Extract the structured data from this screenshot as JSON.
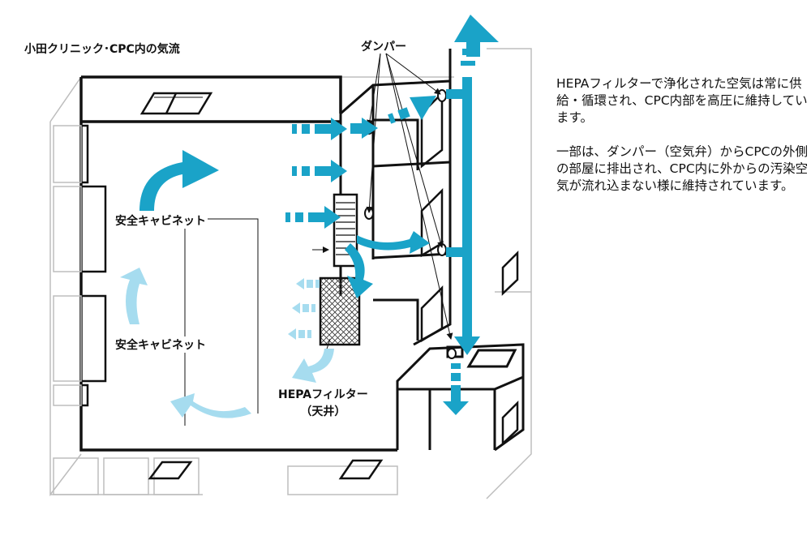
{
  "title": "小田クリニック･CPC内の気流",
  "labels": {
    "damper": "ダンパー",
    "cabinet_1": "安全キャビネット",
    "cabinet_2": "安全キャビネット",
    "hepa_line1": "HEPAフィルター",
    "hepa_line2": "（天井）"
  },
  "description": {
    "para1": "HEPAフィルターで浄化された空気は常に供給・循環され、CPC内部を高圧に維持しています。",
    "para2": "一部は、ダンパー（空気弁）からCPCの外側の部屋に排出され、CPC内に外からの汚染空気が流れ込まない様に維持されています。"
  },
  "colors": {
    "airflow": "#1aa3c8",
    "airflow_light": "#a6dcef",
    "line": "#111111",
    "light_line": "#bdbdbd"
  }
}
